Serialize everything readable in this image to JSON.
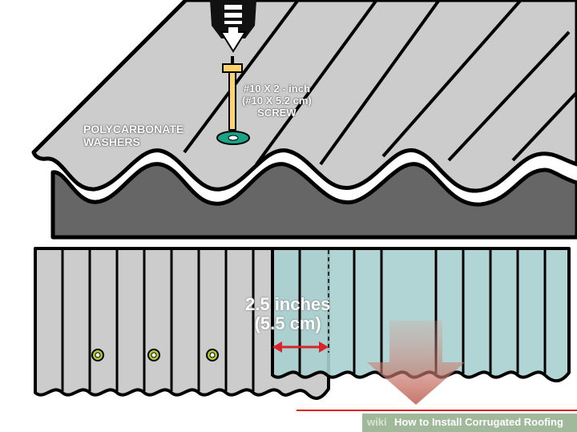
{
  "labels": {
    "washers": [
      "POLYCARBONATE",
      "WASHERS"
    ],
    "screw": [
      "#10 X 2 - inch",
      "(#10 X 5.2 cm)",
      "SCREW"
    ],
    "overlap": [
      "2.5 inches",
      "(5.5 cm)"
    ]
  },
  "footer": {
    "brand": "wiki",
    "title_prefix": "How",
    "title_rest": " to Install Corrugated Roofing"
  },
  "colors": {
    "roof_sheet": "#cccccc",
    "roof_base": "#666666",
    "translucent_panel": "#a8d0cf",
    "washer": "#1aa386",
    "arrow_red": "#d9242a",
    "down_arrow": "#c0675a",
    "footer_green": "#9fb99a"
  },
  "icons": [
    "drill-bit-icon",
    "screw-icon",
    "washer-icon",
    "down-arrow-icon",
    "double-arrow-icon"
  ]
}
